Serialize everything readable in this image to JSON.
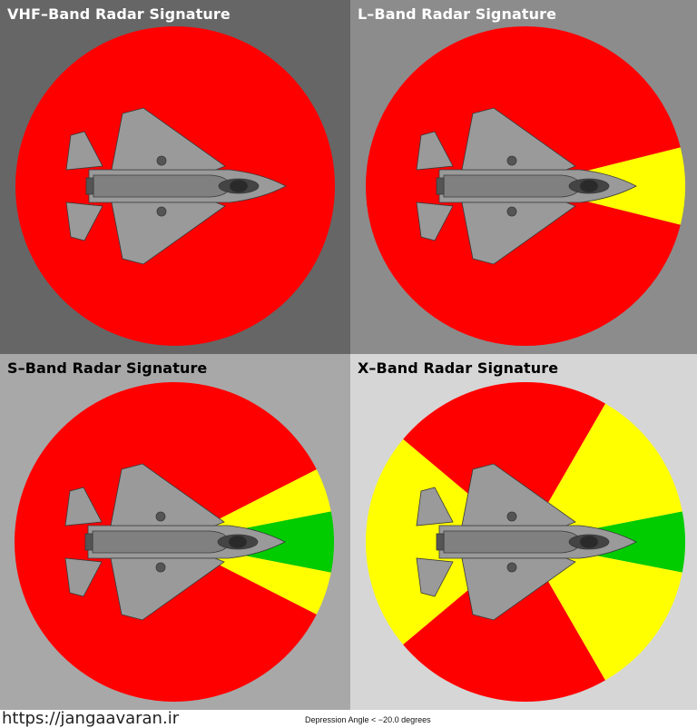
{
  "colors": {
    "return_high": "#ff0000",
    "return_medium": "#ffff00",
    "return_low": "#00cc00",
    "aircraft_body": "#9a9a9a",
    "aircraft_outline": "#3a3a3a"
  },
  "panels": [
    {
      "title": "VHF–Band Radar Signature",
      "background": "#666666",
      "title_color": "#ffffff",
      "sectors": [
        {
          "color": "red",
          "from_deg": 0,
          "to_deg": 360
        }
      ]
    },
    {
      "title": "L–Band Radar Signature",
      "background": "#8c8c8c",
      "title_color": "#ffffff",
      "sectors": [
        {
          "color": "red",
          "from_deg": 14,
          "to_deg": 346
        },
        {
          "color": "yellow",
          "from_deg": -14,
          "to_deg": 14
        }
      ]
    },
    {
      "title": "S–Band Radar Signature",
      "background": "#a8a8a8",
      "title_color": "#000000",
      "sectors": [
        {
          "color": "red",
          "from_deg": 27,
          "to_deg": 333
        },
        {
          "color": "yellow",
          "from_deg": -27,
          "to_deg": -11
        },
        {
          "color": "green",
          "from_deg": -11,
          "to_deg": 11
        },
        {
          "color": "yellow",
          "from_deg": 11,
          "to_deg": 27
        }
      ]
    },
    {
      "title": "X–Band Radar Signature",
      "background": "#d6d6d6",
      "title_color": "#000000",
      "sectors": [
        {
          "color": "green",
          "from_deg": -11,
          "to_deg": 11
        },
        {
          "color": "yellow",
          "from_deg": 11,
          "to_deg": 60
        },
        {
          "color": "red",
          "from_deg": 60,
          "to_deg": 140
        },
        {
          "color": "yellow",
          "from_deg": 140,
          "to_deg": 220
        },
        {
          "color": "red",
          "from_deg": 220,
          "to_deg": 300
        },
        {
          "color": "yellow",
          "from_deg": 300,
          "to_deg": 349
        }
      ]
    }
  ],
  "footer": {
    "watermark": "https://jangaavaran.ir",
    "caption": "Depression Angle < −20.0 degrees"
  }
}
